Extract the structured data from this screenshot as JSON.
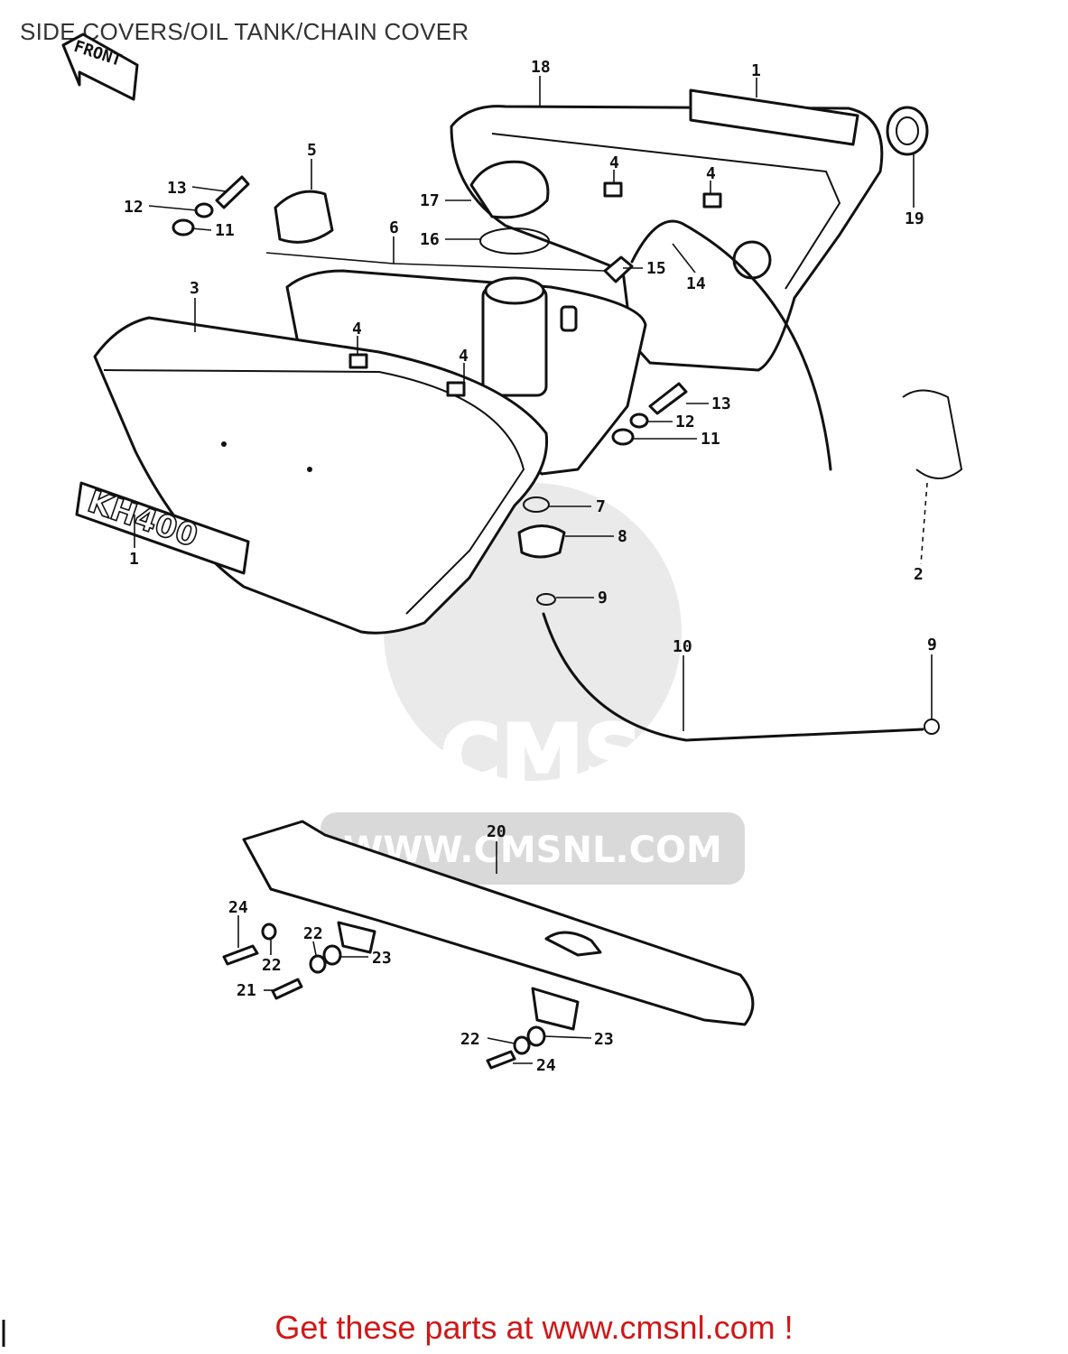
{
  "title": "SIDE COVERS/OIL TANK/CHAIN COVER",
  "footer": "Get these parts at www.cmsnl.com !",
  "front_arrow": "FRONT",
  "badge_text": "KH400",
  "watermark": {
    "logo": "CMS",
    "url": "WWW.CMSNL.COM"
  },
  "callouts": {
    "c1_badge": "1",
    "c1_top": "1",
    "c2": "2",
    "c3": "3",
    "c4_a": "4",
    "c4_b": "4",
    "c4_c": "4",
    "c4_d": "4",
    "c5": "5",
    "c6": "6",
    "c7": "7",
    "c8": "8",
    "c9_a": "9",
    "c9_b": "9",
    "c10": "10",
    "c11_a": "11",
    "c11_b": "11",
    "c12_a": "12",
    "c12_b": "12",
    "c13_a": "13",
    "c13_b": "13",
    "c14": "14",
    "c15": "15",
    "c16": "16",
    "c17": "17",
    "c18": "18",
    "c19": "19",
    "c20": "20",
    "c21": "21",
    "c22_a": "22",
    "c22_b": "22",
    "c22_c": "22",
    "c23_a": "23",
    "c23_b": "23",
    "c24_a": "24",
    "c24_b": "24"
  }
}
